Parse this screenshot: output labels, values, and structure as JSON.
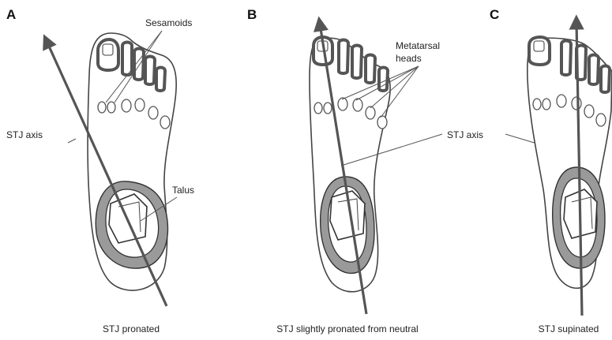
{
  "panels": [
    {
      "letter": "A",
      "caption": "STJ pronated"
    },
    {
      "letter": "B",
      "caption": "STJ slightly pronated from neutral"
    },
    {
      "letter": "C",
      "caption": "STJ supinated"
    }
  ],
  "labels": {
    "sesamoids": "Sesamoids",
    "talus": "Talus",
    "metatarsal_line1": "Metatarsal",
    "metatarsal_line2": "heads",
    "stj_axis_a": "STJ axis",
    "stj_axis_b": "STJ axis"
  }
}
